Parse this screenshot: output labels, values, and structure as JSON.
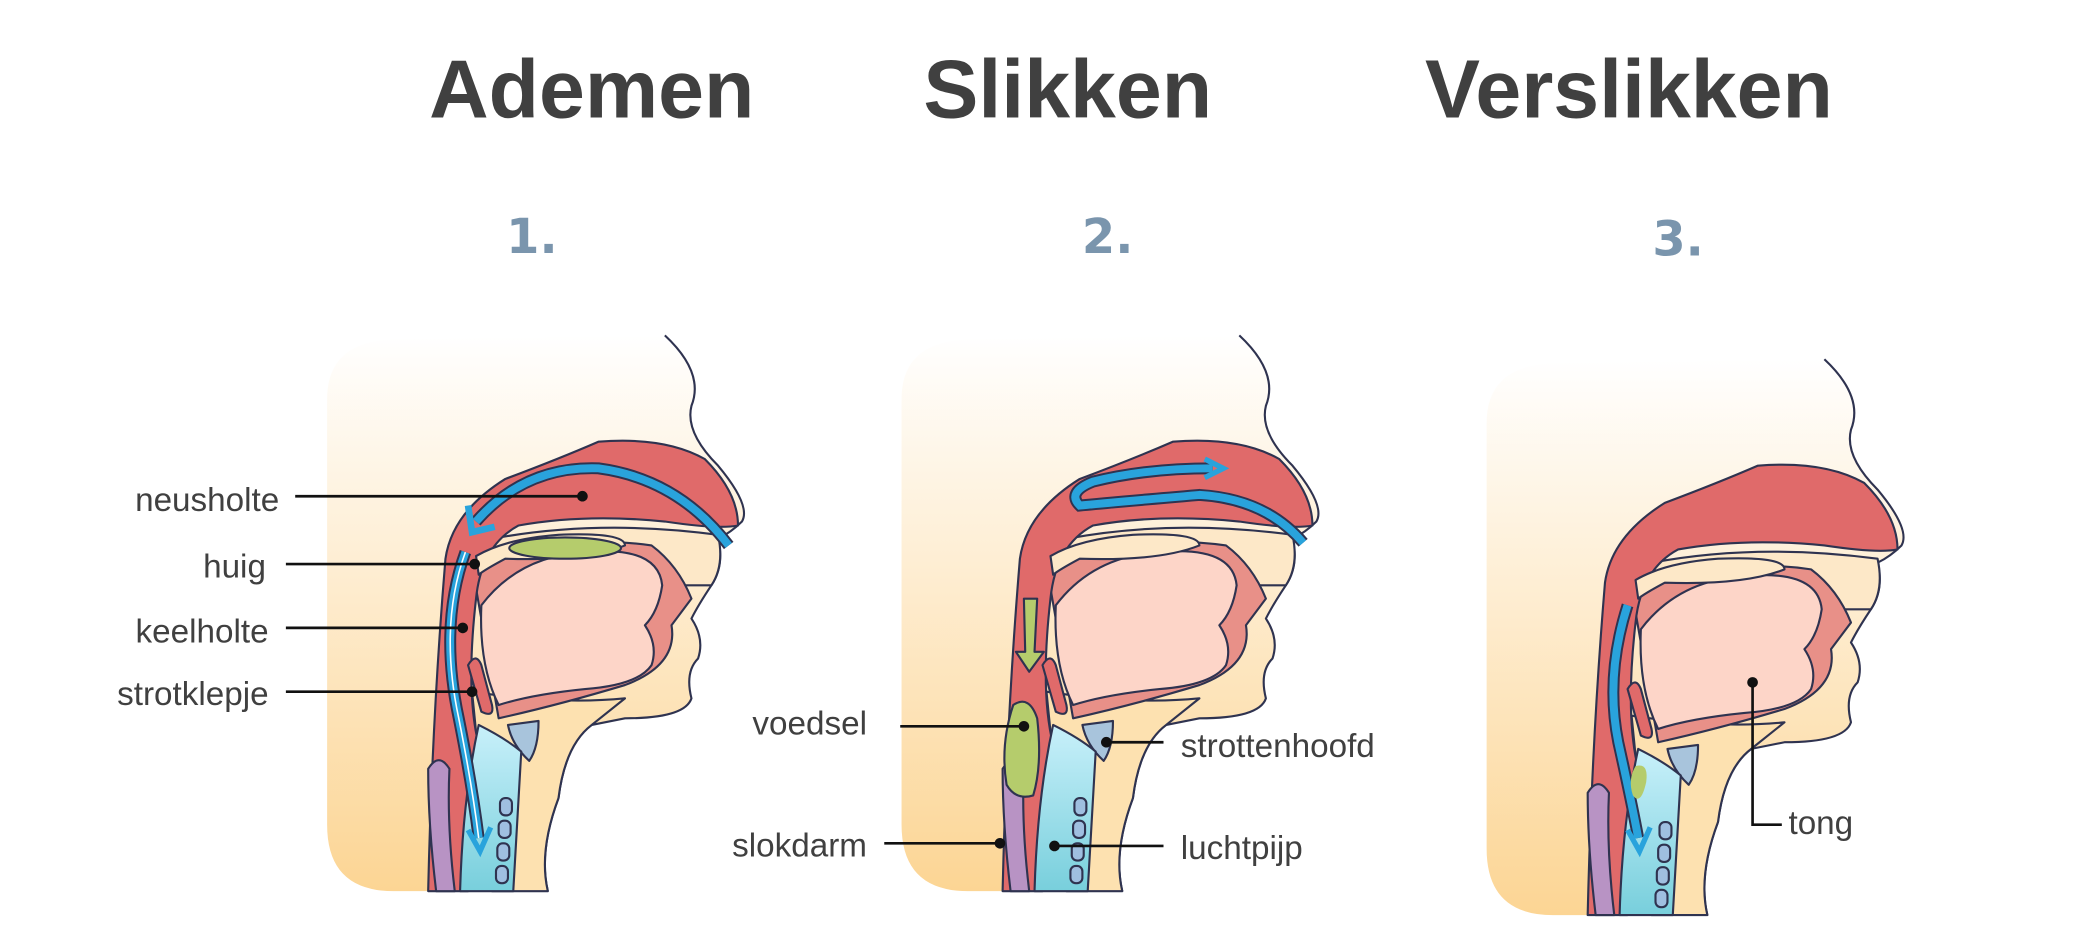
{
  "titles": [
    "Ademen",
    "Slikken",
    "Verslikken"
  ],
  "steps": [
    "1.",
    "2.",
    "3."
  ],
  "labels": {
    "neusholte": "neusholte",
    "huig": "huig",
    "keelholte": "keelholte",
    "strotklepje": "strotklepje",
    "voedsel": "voedsel",
    "slokdarm": "slokdarm",
    "strottenhoofd": "strottenhoofd",
    "luchtpijp": "luchtpijp",
    "tong": "tong"
  },
  "colors": {
    "airflow_arrow": "#29a3dc",
    "food": "#b5cc6c",
    "tissue_red": "#e06a6a",
    "esophagus": "#b893c4",
    "trachea": "#9ad9e8",
    "background": "#fcd594"
  }
}
